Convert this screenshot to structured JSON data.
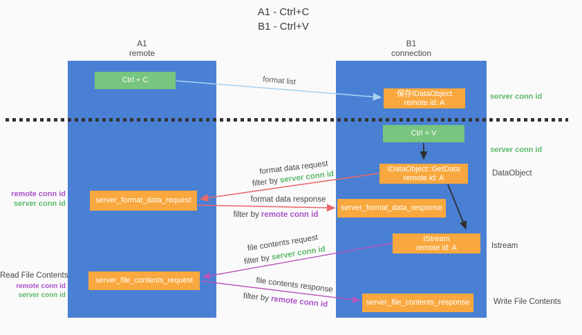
{
  "title": {
    "line1": "A1 - Ctrl+C",
    "line2": "B1 - Ctrl+V"
  },
  "lanes": {
    "a": {
      "id": "A1",
      "name": "remote"
    },
    "b": {
      "id": "B1",
      "name": "connection"
    }
  },
  "nodes": {
    "ctrl_c": {
      "label": "Ctrl + C"
    },
    "save_dataobject": {
      "line1": "保存IDataObject",
      "line2": "remote id: A"
    },
    "ctrl_v": {
      "label": "Ctrl + V"
    },
    "getdata": {
      "line1": "IDataObject::GetData",
      "line2": "remote id: A"
    },
    "format_request": {
      "label": "server_format_data_request"
    },
    "format_response": {
      "label": "server_format_data_response"
    },
    "istream": {
      "line1": "IStream",
      "line2": "remote id: A"
    },
    "file_request": {
      "label": "server_file_contents_request"
    },
    "file_response": {
      "label": "server_file_contents_response"
    }
  },
  "flows": [
    {
      "label": "format list"
    },
    {
      "label": "format data request",
      "filter_prefix": "filter by ",
      "filter_key": "server conn id"
    },
    {
      "label": "format data response",
      "filter_prefix": "filter by ",
      "filter_key": "remote conn id"
    },
    {
      "label": "file contents request",
      "filter_prefix": "filter by ",
      "filter_key": "server conn id"
    },
    {
      "label": "file contents response",
      "filter_prefix": "filter by ",
      "filter_key": "remote conn id"
    }
  ],
  "side_labels": {
    "right": {
      "server_conn_id_top": "server conn id",
      "server_conn_id_mid": "server conn id",
      "dataobject": "DataObject",
      "istream": "Istream",
      "write_file_contents": "Write File Contents"
    },
    "left": {
      "remote_conn_id_top": "remote conn id",
      "server_conn_id_top": "server conn id",
      "read_file_contents": "Read File Contents",
      "remote_conn_id_bottom": "remote conn id",
      "server_conn_id_bottom": "server conn id"
    }
  },
  "colors": {
    "background": "#fafafa",
    "lane_blue": "#4a80d4",
    "node_orange": "#f8a83e",
    "node_green": "#77c57e",
    "arrow_blue": "#a9d3f1",
    "arrow_black": "#2f2f2f",
    "arrow_salmon": "#e9696a",
    "arrow_magenta": "#bb54bd",
    "text_green": "#5cb96a",
    "text_purple": "#ab51c9",
    "text_dark": "#474747"
  }
}
